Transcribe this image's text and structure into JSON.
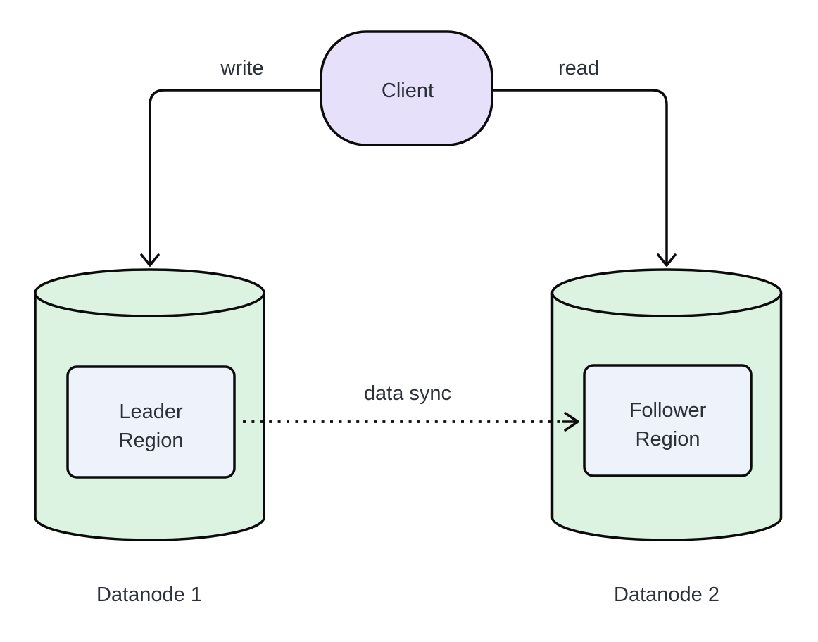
{
  "diagram": {
    "client_node": {
      "label": "Client"
    },
    "edges": {
      "write": {
        "label": "write"
      },
      "read": {
        "label": "read"
      },
      "data_sync": {
        "label": "data sync"
      }
    },
    "datanode1": {
      "caption": "Datanode 1",
      "region_label_line1": "Leader",
      "region_label_line2": "Region"
    },
    "datanode2": {
      "caption": "Datanode 2",
      "region_label_line1": "Follower",
      "region_label_line2": "Region"
    },
    "colors": {
      "client_fill": "#e6e0fa",
      "cylinder_fill": "#dcf3e2",
      "region_fill": "#eef2fb",
      "stroke": "#0b0b0b",
      "text": "#2b3039"
    }
  }
}
